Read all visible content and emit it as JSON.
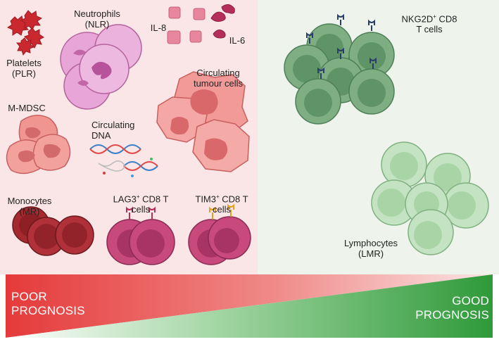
{
  "left_panel": {
    "platelets": {
      "line1": "Platelets",
      "line2": "(PLR)"
    },
    "neutrophils": {
      "line1": "Neutrophils",
      "line2": "(NLR)"
    },
    "il8": "IL-8",
    "il6": "IL-6",
    "ctc": {
      "line1": "Circulating",
      "line2": "tumour cells"
    },
    "mmdsc": "M-MDSC",
    "dna": {
      "line1": "Circulating",
      "line2": "DNA"
    },
    "monocytes": {
      "line1": "Monocytes",
      "line2": "(MR)"
    },
    "lag3": {
      "line1_pre": "LAG3",
      "sup": "+",
      "line1_post": " CD8 T",
      "line2": "cells"
    },
    "tim3": {
      "line1_pre": "TIM3",
      "sup": "+",
      "line1_post": " CD8 T",
      "line2": "cells"
    }
  },
  "right_panel": {
    "nkg2d": {
      "line1_pre": "NKG2D",
      "sup": "+",
      "line1_post": " CD8",
      "line2": "T cells"
    },
    "lymphocytes": {
      "line1": "Lymphocytes",
      "line2": "(LMR)"
    }
  },
  "prognosis": {
    "poor": {
      "line1": "POOR",
      "line2": "PROGNOSIS"
    },
    "good": {
      "line1": "GOOD",
      "line2": "PROGNOSIS"
    }
  },
  "colors": {
    "poor": "#e53a3a",
    "good": "#2f9a3a",
    "left_bg": "#fbe8e8",
    "right_bg": "#eef3ec"
  }
}
